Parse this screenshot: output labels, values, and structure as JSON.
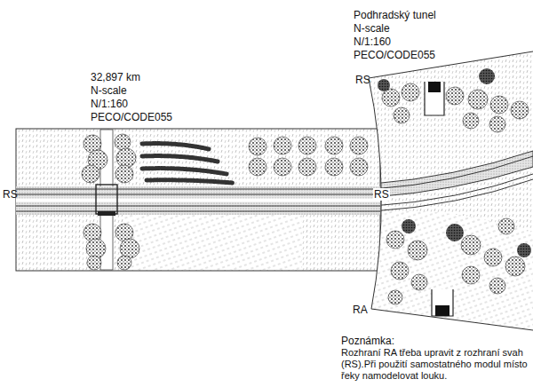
{
  "diagram": {
    "labels": [
      "32,897 km",
      "N-scale",
      "N/1:160",
      "PECO/CODE055",
      "Podhradský tunel",
      "N-scale",
      "N/1:160",
      "PECO/CODE055",
      "RS",
      "RS",
      "RS",
      "RA",
      "Poznámka:",
      "Rozhraní RA třeba upravit z rozhraní svah (RS).Při použití samostatného modul místo řeky namodelovat louku."
    ]
  }
}
